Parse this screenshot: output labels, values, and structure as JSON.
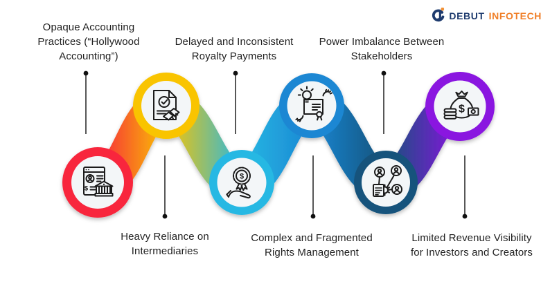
{
  "background_color": "#ffffff",
  "logo": {
    "name": "Debut Infotech",
    "word1": "DEBUT",
    "word2": "INFOTECH",
    "word1_color": "#1E3B6E",
    "word2_color": "#F07E26",
    "icon": "debut-infotech-monogram"
  },
  "diagram": {
    "type": "zigzag-process-infographic",
    "node_connector": "gradient-ribbon",
    "steps": [
      {
        "order": 1,
        "label": "Opaque Accounting Practices (“Hollywood Accounting”)",
        "lines": [
          "Opaque Accounting",
          "Practices (“Hollywood",
          "Accounting”)"
        ],
        "label_position": "top",
        "node_position": "bottom",
        "color": "#F8283C",
        "icon": "financial-statement-bank-icon"
      },
      {
        "order": 2,
        "label": "Heavy Reliance on Intermediaries",
        "lines": [
          "Heavy Reliance on",
          "Intermediaries"
        ],
        "label_position": "bottom",
        "node_position": "top",
        "color": "#F9C402",
        "icon": "contract-checkmark-handshake-icon"
      },
      {
        "order": 3,
        "label": "Delayed and Inconsistent Royalty Payments",
        "lines": [
          "Delayed and Inconsistent",
          "Royalty Payments"
        ],
        "label_position": "top",
        "node_position": "bottom",
        "color": "#27B8E3",
        "icon": "hand-dollar-badge-icon"
      },
      {
        "order": 4,
        "label": "Complex and Fragmented Rights Management",
        "lines": [
          "Complex and Fragmented",
          "Rights Management"
        ],
        "label_position": "bottom",
        "node_position": "top",
        "color": "#1B87D3",
        "icon": "idea-certificate-hands-icon"
      },
      {
        "order": 5,
        "label": "Power Imbalance Between Stakeholders",
        "lines": [
          "Power Imbalance Between",
          "Stakeholders"
        ],
        "label_position": "top",
        "node_position": "bottom",
        "color": "#15527B",
        "icon": "stakeholder-network-icon"
      },
      {
        "order": 6,
        "label": "Limited Revenue Visibility for Investors and Creators",
        "lines": [
          "Limited Revenue Visibility",
          "for Investors and Creators"
        ],
        "label_position": "bottom",
        "node_position": "top",
        "color": "#8A12E0",
        "icon": "money-bag-coins-icon"
      }
    ]
  }
}
